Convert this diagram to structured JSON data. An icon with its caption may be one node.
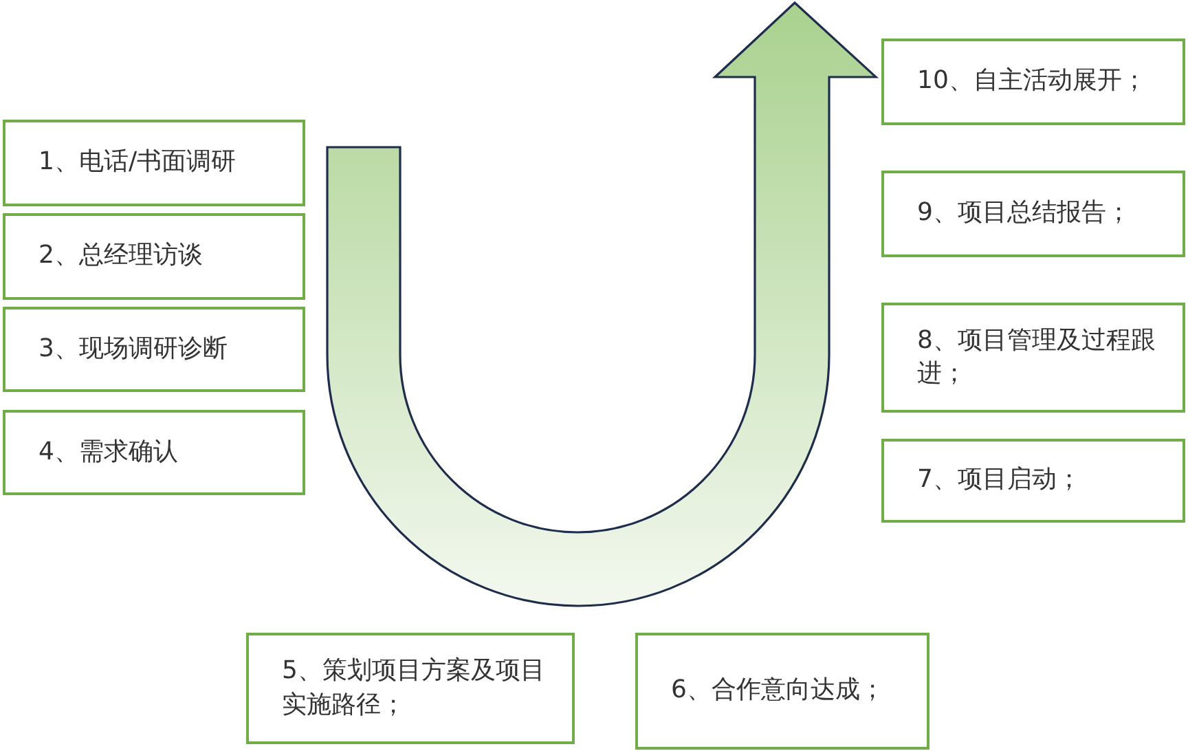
{
  "diagram": {
    "nodes": [
      {
        "text": [
          "1、电话/书面调研"
        ]
      },
      {
        "text": [
          "2、总经理访谈"
        ]
      },
      {
        "text": [
          "3、现场调研诊断"
        ]
      },
      {
        "text": [
          "4、需求确认"
        ]
      },
      {
        "text": [
          "5、策划项目方案及项目实施路径；"
        ]
      },
      {
        "text": [
          "6、合作意向达成；"
        ]
      },
      {
        "text": [
          "7、项目启动；"
        ]
      },
      {
        "text": [
          "8、项目管理及过程跟进；"
        ]
      },
      {
        "text": [
          "9、项目总结报告；"
        ]
      },
      {
        "text": [
          "10、自主活动展开；"
        ]
      }
    ]
  }
}
